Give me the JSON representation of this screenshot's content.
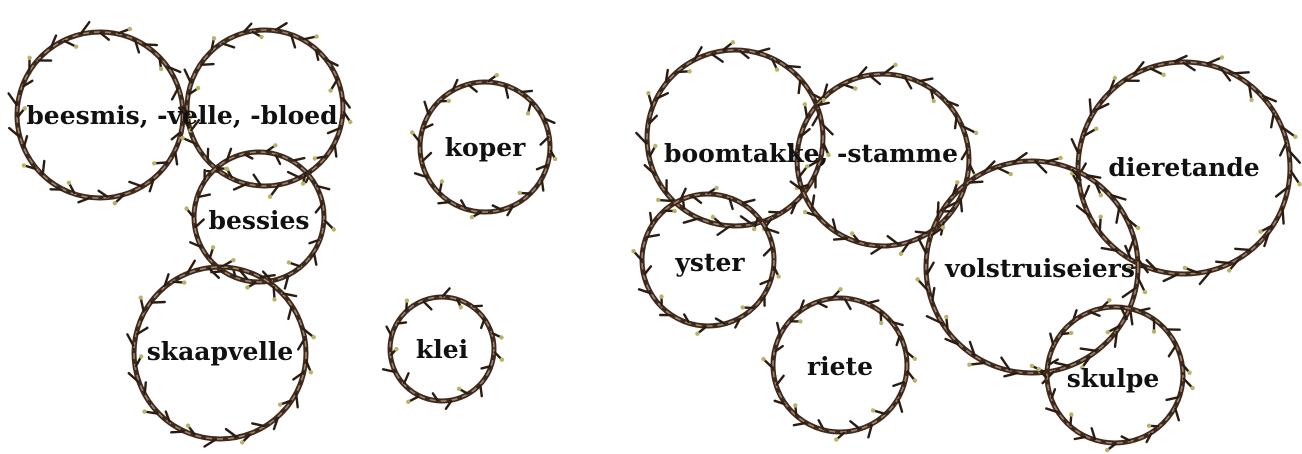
{
  "colors": {
    "branch": "#3d2a1d",
    "branch_highlight": "#a0826a",
    "thorn": "#2b1c12",
    "bud": "#b9b36a",
    "background": "#ffffff",
    "text": "#111111"
  },
  "wreaths": [
    {
      "name": "wreath-beesmis",
      "label": "beesmis, -velle, -bloed"
    },
    {
      "name": "wreath-koper",
      "label": "koper"
    },
    {
      "name": "wreath-bessies",
      "label": "bessies"
    },
    {
      "name": "wreath-skaapvelle",
      "label": "skaapvelle"
    },
    {
      "name": "wreath-klei",
      "label": "klei"
    },
    {
      "name": "wreath-boomtakke",
      "label": "boomtakke, -stamme"
    },
    {
      "name": "wreath-dieretande",
      "label": "dieretande"
    },
    {
      "name": "wreath-yster",
      "label": "yster"
    },
    {
      "name": "wreath-volstruiseiers",
      "label": "volstruiseiers"
    },
    {
      "name": "wreath-riete",
      "label": "riete"
    },
    {
      "name": "wreath-skulpe",
      "label": "skulpe"
    }
  ]
}
